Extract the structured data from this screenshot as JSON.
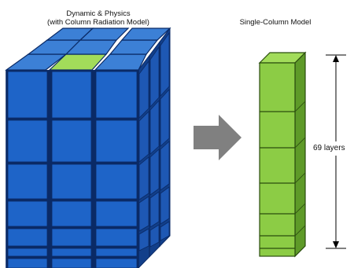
{
  "left_title_line1": "Dynamic & Physics",
  "left_title_line2": "(with Column Radiation Model)",
  "right_title": "Single-Column Model",
  "layers_label": "69 layers",
  "colors": {
    "blue_front": "#1e64c8",
    "blue_top": "#3c80d6",
    "blue_side": "#123f8a",
    "green_front": "#8ccc45",
    "green_top": "#a2dc5a",
    "green_side": "#5e9a28",
    "arrow": "#808080"
  }
}
